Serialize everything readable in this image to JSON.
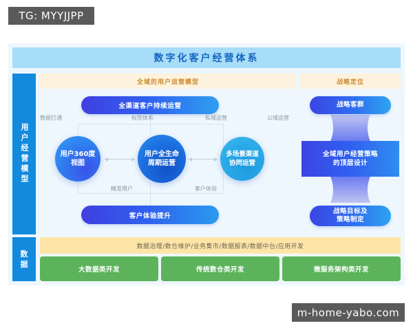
{
  "watermarks": {
    "top": "TG: MYYJJPP",
    "bottom": "m-home-yabo.com"
  },
  "header": {
    "title": "数字化客户经营体系"
  },
  "sections": {
    "left_subheader": "全域的用户运营模型",
    "right_subheader": "战略定位",
    "rail_model": "用户经营模型",
    "rail_data": "数据"
  },
  "model_diagram": {
    "top_pill": "全渠道客户持续运营",
    "bottom_pill": "客户体验提升",
    "circles": [
      {
        "line1": "用户360度",
        "line2": "视图"
      },
      {
        "line1": "用户全生命",
        "line2": "周期运营"
      },
      {
        "line1": "多场景渠道",
        "line2": "协同运营"
      }
    ],
    "captions": {
      "data_link": "数据打通",
      "tag_system": "标签体系",
      "private_domain": "私域运营",
      "public_domain": "公域运营",
      "precise_user": "精准用户",
      "customer_experience": "客户体验"
    }
  },
  "strategy_panel": {
    "top": "战略客群",
    "center_line1": "全域用户经营策略",
    "center_line2": "的顶层设计",
    "bottom_line1": "战略目标及",
    "bottom_line2": "策略制定"
  },
  "data_layer": {
    "capabilities": "数据治理/数仓维护/业务集市/数据报表/数据中台/应用开发",
    "boxes": [
      "大数据类开发",
      "传统数仓类开发",
      "微服务架构类开发"
    ]
  },
  "colors": {
    "header_bg": "#a7ddf8",
    "title_text": "#1565c0",
    "rail_blue": "#128bdf",
    "subheader_bg": "#fdf2dd",
    "subheader_text": "#cc8b33",
    "yellow_band": "#fde5a8",
    "green_box": "#5cb35b",
    "canvas_bg": "#eef7fd",
    "watermark_bg": "#5a5a5a"
  }
}
